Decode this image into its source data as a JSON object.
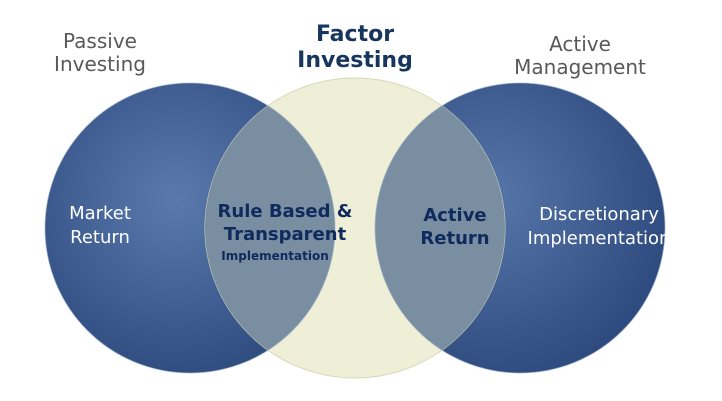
{
  "headers": {
    "passive": [
      "Passive",
      "Investing"
    ],
    "factor": [
      "Factor",
      "Investing"
    ],
    "active": [
      "Active",
      "Management"
    ]
  },
  "regions": {
    "left": [
      "Market",
      "Return"
    ],
    "left_overlap": [
      "Rule Based &",
      "Transparent"
    ],
    "left_overlap_sub": "Implementation",
    "right_overlap": [
      "Active",
      "Return"
    ],
    "right": [
      "Discretionary",
      "Implementation"
    ]
  },
  "colors": {
    "side_circle_light": "#4f6fa0",
    "side_circle_dark": "#2c4a7c",
    "center_circle": "#eeefd6",
    "overlap": "#7a8ea2",
    "heading_dark": "#17365d",
    "heading_gray": "#595959"
  }
}
